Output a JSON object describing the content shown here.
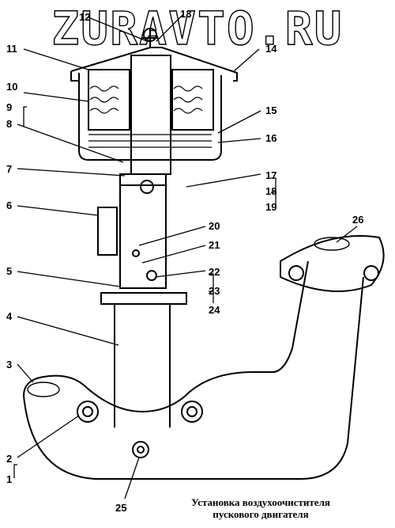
{
  "watermark": "ZURAVTO.RU",
  "caption": {
    "line1": "Установка воздухоочистителя",
    "line2": "пускового двигателя"
  },
  "callouts": [
    "1",
    "2",
    "3",
    "4",
    "5",
    "6",
    "7",
    "8",
    "9",
    "10",
    "11",
    "12",
    "13",
    "14",
    "15",
    "16",
    "17",
    "18",
    "19",
    "20",
    "21",
    "22",
    "23",
    "24",
    "25",
    "26"
  ]
}
